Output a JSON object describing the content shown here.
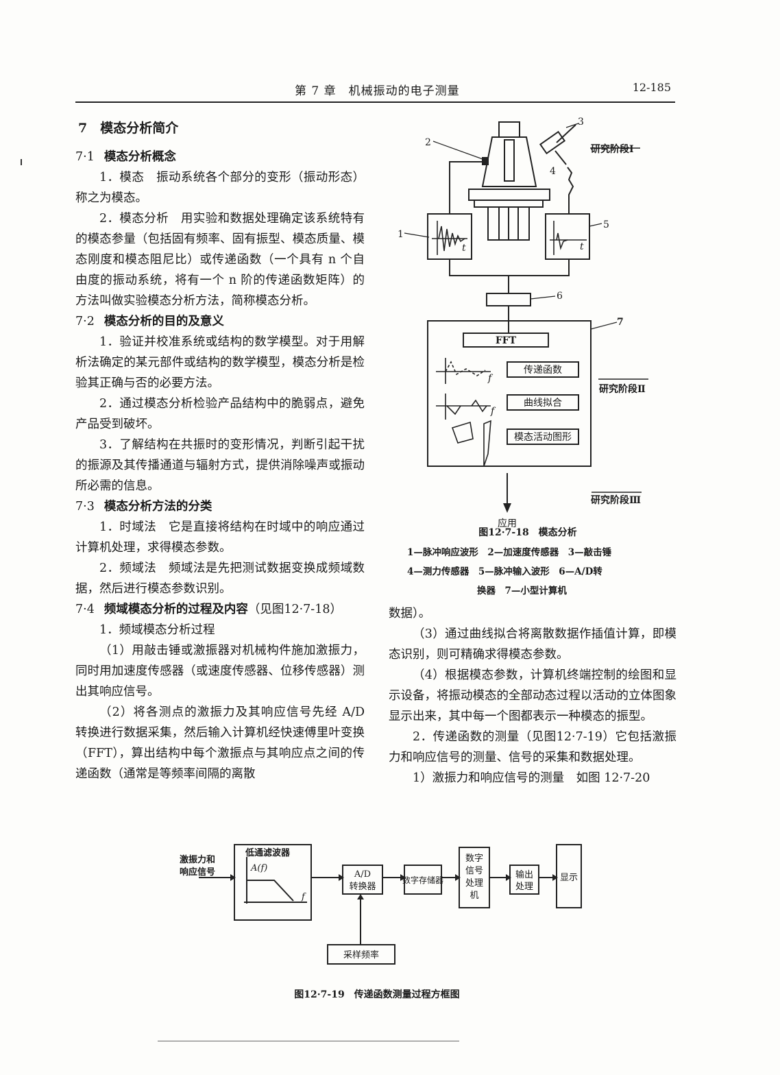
{
  "header": {
    "title": "第 7 章　机械振动的电子测量",
    "page_number": "12-185"
  },
  "left": {
    "section_title": "7　模态分析简介",
    "s71": {
      "num": "7·1",
      "title": "模态分析概念"
    },
    "p_mode": "1．模态　振动系统各个部分的变形（振动形态）称之为模态。",
    "p_analysis": "2．模态分析　用实验和数据处理确定该系统特有的模态参量（包括固有频率、固有振型、模态质量、模态刚度和模态阻尼比）或传递函数（一个具有 n 个自由度的振动系统，将有一个 n 阶的传递函数矩阵）的方法叫做实验模态分析方法，简称模态分析。",
    "s72": {
      "num": "7·2",
      "title": "模态分析的目的及意义"
    },
    "p72_1": "1．验证并校准系统或结构的数学模型。对于用解析法确定的某元部件或结构的数学模型，模态分析是检验其正确与否的必要方法。",
    "p72_2": "2．通过模态分析检验产品结构中的脆弱点，避免产品受到破坏。",
    "p72_3": "3．了解结构在共振时的变形情况，判断引起干扰的振源及其传播通道与辐射方式，提供消除噪声或振动所必需的信息。",
    "s73": {
      "num": "7·3",
      "title": "模态分析方法的分类"
    },
    "p73_1": "1．时域法　它是直接将结构在时域中的响应通过计算机处理，求得模态参数。",
    "p73_2": "2．频域法　频域法是先把测试数据变换成频域数据，然后进行模态参数识别。",
    "s74": {
      "num": "7·4",
      "title": "频域模态分析的过程及内容",
      "ref": "（见图12·7-18）"
    },
    "p74_a": "1．频域模态分析过程",
    "p74_1": "（1）用敲击锤或激振器对机械构件施加激振力，同时用加速度传感器（或速度传感器、位移传感器）测出其响应信号。",
    "p74_2": "（2）将各测点的激振力及其响应信号先经 A/D 转换进行数据采集，然后输入计算机经快速傅里叶变换（FFT），算出结构中每个激振点与其响应点之间的传递函数（通常是等频率间隔的离散"
  },
  "right": {
    "p_cont": "数据）。",
    "p3": "（3）通过曲线拟合将离散数据作插值计算，即模态识别，则可精确求得模态参数。",
    "p4": "（4）根据模态参数，计算机终端控制的绘图和显示设备，将振动模态的全部动态过程以活动的立体图象显示出来，其中每一个图都表示一种模态的振型。",
    "p5": "2．传递函数的测量（见图12·7-19）它包括激振力和响应信号的测量、信号的采集和数据处理。",
    "p6": "1）激振力和响应信号的测量　如图 12·7-20"
  },
  "fig18": {
    "labels": {
      "n1": "1",
      "n2": "2",
      "n3": "3",
      "n4": "4",
      "n5": "5",
      "n6": "6",
      "n7": "7",
      "t": "t",
      "f": "f"
    },
    "stage1": "研究阶段Ⅰ",
    "stage2": "研究阶段Ⅱ",
    "stage3": "研究阶段Ⅲ",
    "fft": "FFT",
    "box_tf": "传递函数",
    "box_fit": "曲线拟合",
    "box_anim": "模态活动图形",
    "apply": "应用",
    "caption": "图12·7-18　模态分析",
    "legend1": "1—脉冲响应波形　2—加速度传感器　3—敲击锤",
    "legend2": "4—测力传感器　5—脉冲输入波形　6—A/D转",
    "legend3": "换器　7—小型计算机"
  },
  "fig19": {
    "input": [
      "激振力和",
      "响应信号"
    ],
    "lpf": "低通滤波器",
    "af": "A(f)",
    "f": "f",
    "ad": [
      "A/D",
      "转换器"
    ],
    "storage": "数字存储器",
    "dsp": [
      "数字",
      "信号",
      "处理",
      "机"
    ],
    "output": [
      "输出",
      "处理"
    ],
    "display": "显示",
    "sampling": "采样频率",
    "caption": "图12·7-19　传递函数测量过程方框图"
  }
}
